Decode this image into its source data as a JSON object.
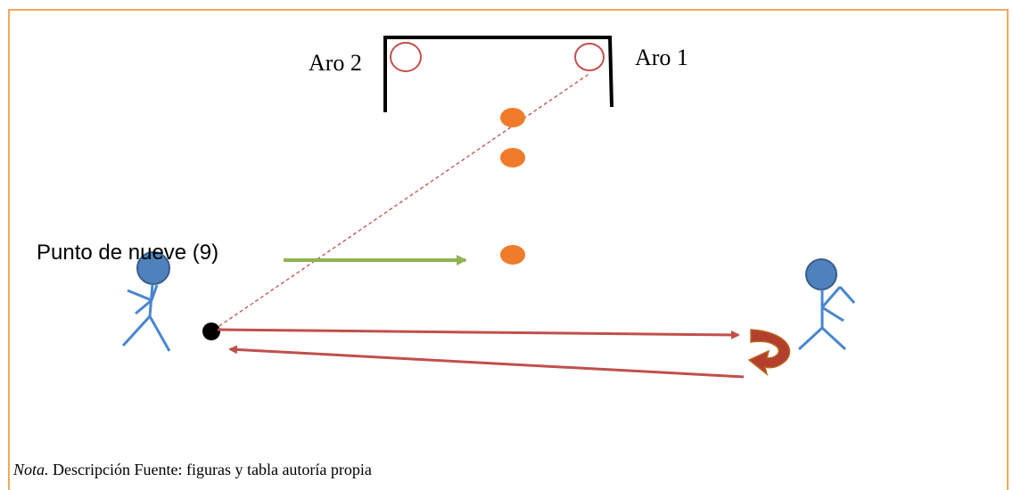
{
  "labels": {
    "aro_2": "Aro 2",
    "aro_1": "Aro 1",
    "punto_nueve": "Punto de nueve (9)"
  },
  "note": {
    "prefix": "Nota.",
    "text": "Descripción Fuente: figuras y tabla autoría propia"
  },
  "colors": {
    "border": "#f0a95c",
    "goal_frame": "#000000",
    "hoop": "#c0504d",
    "cone": "#f07b2a",
    "player_head": "#4f81bd",
    "player_body": "#4a86cf",
    "pass_arrow": "#c0504d",
    "run_arrow": "#8fb352",
    "turn_arrow": "#b33f2e",
    "ball": "#000000"
  },
  "icons": {
    "player": "stick-figure-icon",
    "ball": "ball-icon",
    "hoop": "hoop-icon",
    "cone": "cone-icon",
    "turn": "curved-arrow-icon"
  }
}
